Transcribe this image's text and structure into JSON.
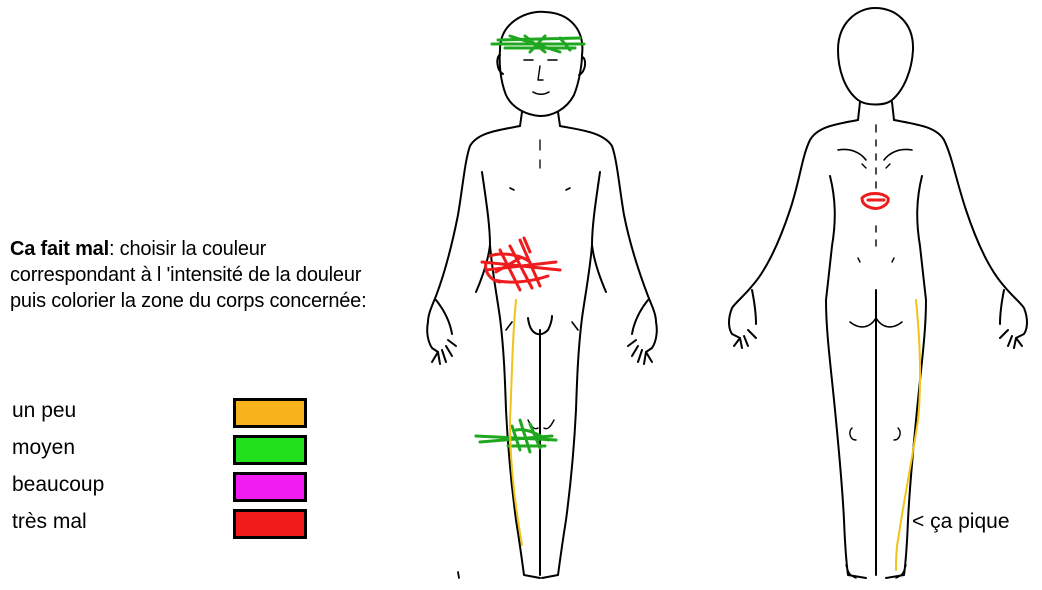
{
  "instructions": {
    "lead": "Ca fait mal",
    "body": ": choisir la couleur correspondant à l 'intensité de la douleur puis colorier la zone du corps concernée:"
  },
  "legend": [
    {
      "label": "un peu",
      "color": "#f7b21c"
    },
    {
      "label": "moyen",
      "color": "#22e01c"
    },
    {
      "label": "beaucoup",
      "color": "#f01cf0"
    },
    {
      "label": "très mal",
      "color": "#f01c1c"
    }
  ],
  "annotation": "<  ça pique",
  "marks": {
    "green": "#1fa81f",
    "red": "#ee1c1c",
    "yellow": "#f2c318"
  }
}
